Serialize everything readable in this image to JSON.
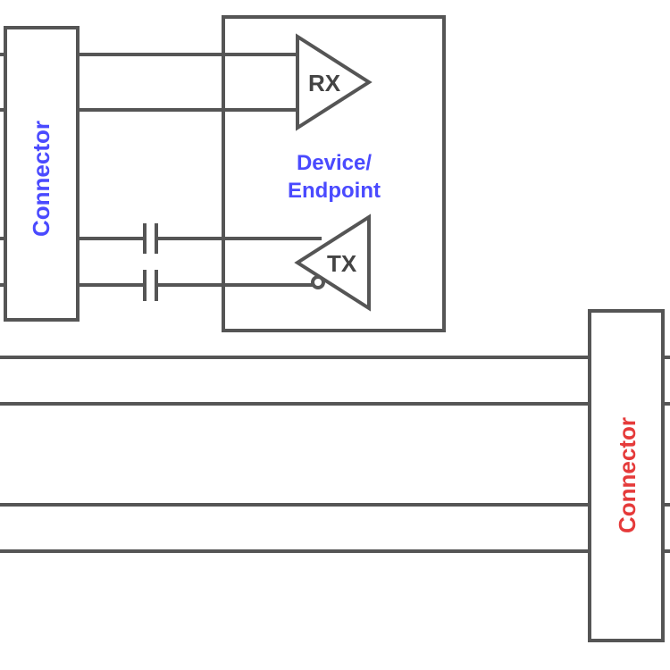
{
  "diagram": {
    "left_connector_label": "Connector",
    "right_connector_label": "Connector",
    "device_label_line1": "Device/",
    "device_label_line2": "Endpoint",
    "rx_label": "RX",
    "tx_label": "TX"
  },
  "colors": {
    "left_connector_text": "#4a4aff",
    "right_connector_text": "#e53a3a",
    "device_text": "#4a4aff",
    "line": "#555555"
  }
}
